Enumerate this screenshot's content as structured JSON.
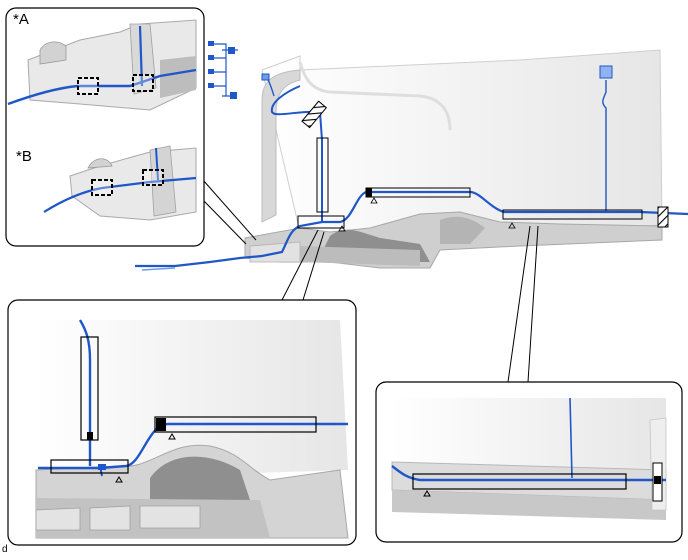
{
  "labels": {
    "view_a": "*A",
    "view_b": "*B",
    "figure_code": "d"
  },
  "colors": {
    "harness": "#1f57c9",
    "harness_light": "#6f9ae6",
    "body_panel": "#e8e8e8",
    "body_shadow": "#9a9a9a",
    "outline": "#000000",
    "clamp_fill": "#ffffff"
  },
  "icons": {
    "marker": "triangle-marker-icon",
    "clamp": "dashed-clamp-icon",
    "tape": "hatched-tape-icon"
  }
}
